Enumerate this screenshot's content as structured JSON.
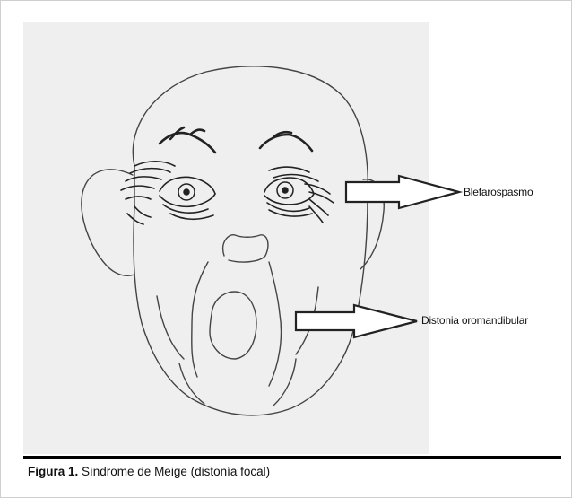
{
  "figure": {
    "labels": {
      "eyes": "Blefarospasmo",
      "mouth": "Distonia oromandibular"
    },
    "caption": {
      "prefix": "Figura 1.",
      "text": " Síndrome de Meige (distonía focal)"
    }
  }
}
